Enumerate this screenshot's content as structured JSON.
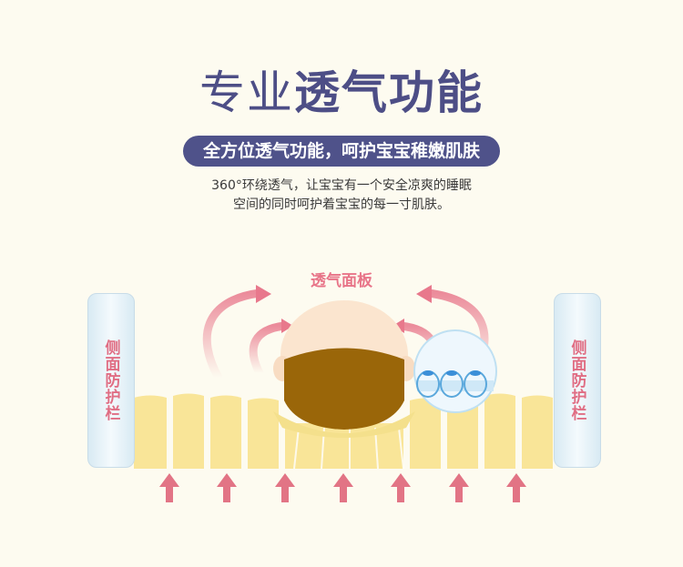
{
  "heading": {
    "light": "专业",
    "bold": "透气功能"
  },
  "subtitle": "全方位透气功能，呵护宝宝稚嫩肌肤",
  "description": {
    "line1": "360°环绕透气，让宝宝有一个安全凉爽的睡眠",
    "line2": "空间的同时呵护着宝宝的每一寸肌肤。"
  },
  "labels": {
    "panel": "透气面板",
    "left_rail": "侧面防护栏",
    "right_rail": "侧面防护栏"
  },
  "colors": {
    "heading": "#4d4e86",
    "pill": "#4f528a",
    "accent": "#e87488",
    "mattress": "#f9e598",
    "background": "#fdfbf0"
  },
  "icons": [
    "airflow-arrow-icon",
    "baby-icon",
    "air-cell-magnifier-icon"
  ]
}
